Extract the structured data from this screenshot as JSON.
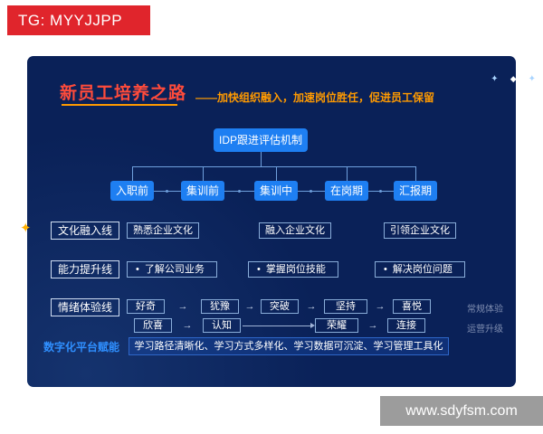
{
  "watermarks": {
    "tg": "TG: MYYJJPP",
    "site": "www.sdyfsm.com"
  },
  "icons": {
    "arrow": "→",
    "star": "✦",
    "sparkle": "✦",
    "diamond": "◆",
    "bullet": "•"
  },
  "slide": {
    "title": "新员工培养之路",
    "subtitle": "——加快组织融入，加速岗位胜任，促进员工保留",
    "idp": "IDP跟进评估机制",
    "stages": [
      "入职前",
      "集训前",
      "集训中",
      "在岗期",
      "汇报期"
    ],
    "culture": {
      "label": "文化融入线",
      "items": [
        "熟悉企业文化",
        "融入企业文化",
        "引领企业文化"
      ]
    },
    "ability": {
      "label": "能力提升线",
      "items": [
        "了解公司业务",
        "掌握岗位技能",
        "解决岗位问题"
      ]
    },
    "emotion": {
      "label": "情绪体验线",
      "line1": {
        "items": [
          "好奇",
          "犹豫",
          "突破",
          "坚持",
          "喜悦"
        ],
        "tag": "常规体验"
      },
      "line2": {
        "items": [
          "欣喜",
          "认知",
          "荣耀",
          "连接"
        ],
        "tag": "运营升级"
      }
    },
    "footer": {
      "label": "数字化平台赋能",
      "text": "学习路径清晰化、学习方式多样化、学习数据可沉淀、学习管理工具化"
    }
  },
  "colors": {
    "slide_bg": "#0a2158",
    "accent_blue": "#1e7ff2",
    "title_red": "#ff4b3b",
    "subtitle_orange": "#ff9a00",
    "banner_red": "#e0252c",
    "banner_gray": "#9c9c9c",
    "star_orange": "#ffb000",
    "line_color": "#6fa0dd",
    "muted_text": "#7f8db0"
  }
}
